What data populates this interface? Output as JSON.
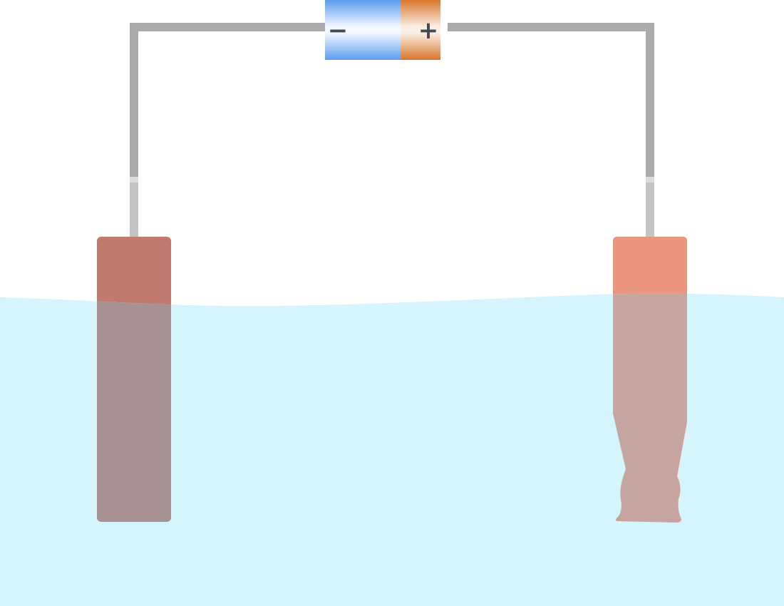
{
  "battery": {
    "negative_label": "−",
    "positive_label": "+",
    "negative_color": "#5b9cf0",
    "positive_color": "#dc7a30"
  },
  "colors": {
    "wire": "#aaabad",
    "wire_lower": "#c4c4c4",
    "solution": "#d6f4fc",
    "cathode": "#c07b6e",
    "cathode_submerged": "#a69292",
    "anode": "#ea957f",
    "anode_submerged": "#c6a5a1"
  },
  "electrodes": {
    "left": {
      "role": "cathode",
      "connected_to": "negative"
    },
    "right": {
      "role": "anode",
      "connected_to": "positive",
      "state": "corroded"
    }
  }
}
